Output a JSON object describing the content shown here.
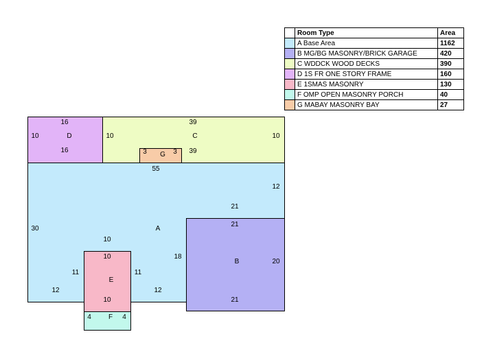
{
  "legend": {
    "header_type": "Room Type",
    "header_area": "Area",
    "rows": [
      {
        "label": "A Base Area",
        "area": "1162",
        "color": "#c3eafc"
      },
      {
        "label": "B MG/BG MASONRY/BRICK GARAGE",
        "area": "420",
        "color": "#b4b0f4"
      },
      {
        "label": "C WDDCK WOOD DECKS",
        "area": "390",
        "color": "#eefcc4"
      },
      {
        "label": "D 1S FR  ONE STORY FRAME",
        "area": "160",
        "color": "#e2b4f8"
      },
      {
        "label": "E 1SMAS MASONRY",
        "area": "130",
        "color": "#f8b8c8"
      },
      {
        "label": "F OMP   OPEN MASONRY PORCH",
        "area": "40",
        "color": "#c2f8ec"
      },
      {
        "label": "G MABAY MASONRY BAY",
        "area": "27",
        "color": "#f8cca8"
      }
    ]
  },
  "sketch": {
    "rooms": {
      "A": {
        "label": "A",
        "color": "#c3eafc"
      },
      "B": {
        "label": "B",
        "color": "#b4b0f4"
      },
      "C": {
        "label": "C",
        "color": "#eefcc4"
      },
      "D": {
        "label": "D",
        "color": "#e2b4f8"
      },
      "E": {
        "label": "E",
        "color": "#f8b8c8"
      },
      "F": {
        "label": "F",
        "color": "#c2f8ec"
      },
      "G": {
        "label": "G",
        "color": "#f8cca8"
      }
    },
    "dims": {
      "d_top": "16",
      "d_left": "10",
      "d_right": "10",
      "d_bottom": "16",
      "c_top": "39",
      "c_right": "10",
      "c_bottom": "39",
      "g_left": "3",
      "g_right": "3",
      "a_top": "55",
      "a_right": "12",
      "a_step": "21",
      "a_left": "30",
      "a_inner_10": "10",
      "a_inner_18": "18",
      "a_inner_11_left": "11",
      "a_inner_11_right": "11",
      "a_bottom_left": "12",
      "a_bottom_right": "12",
      "b_top": "21",
      "b_right": "20",
      "b_bottom": "21",
      "e_top": "10",
      "e_bottom": "10",
      "f_left": "4",
      "f_right": "4"
    }
  }
}
